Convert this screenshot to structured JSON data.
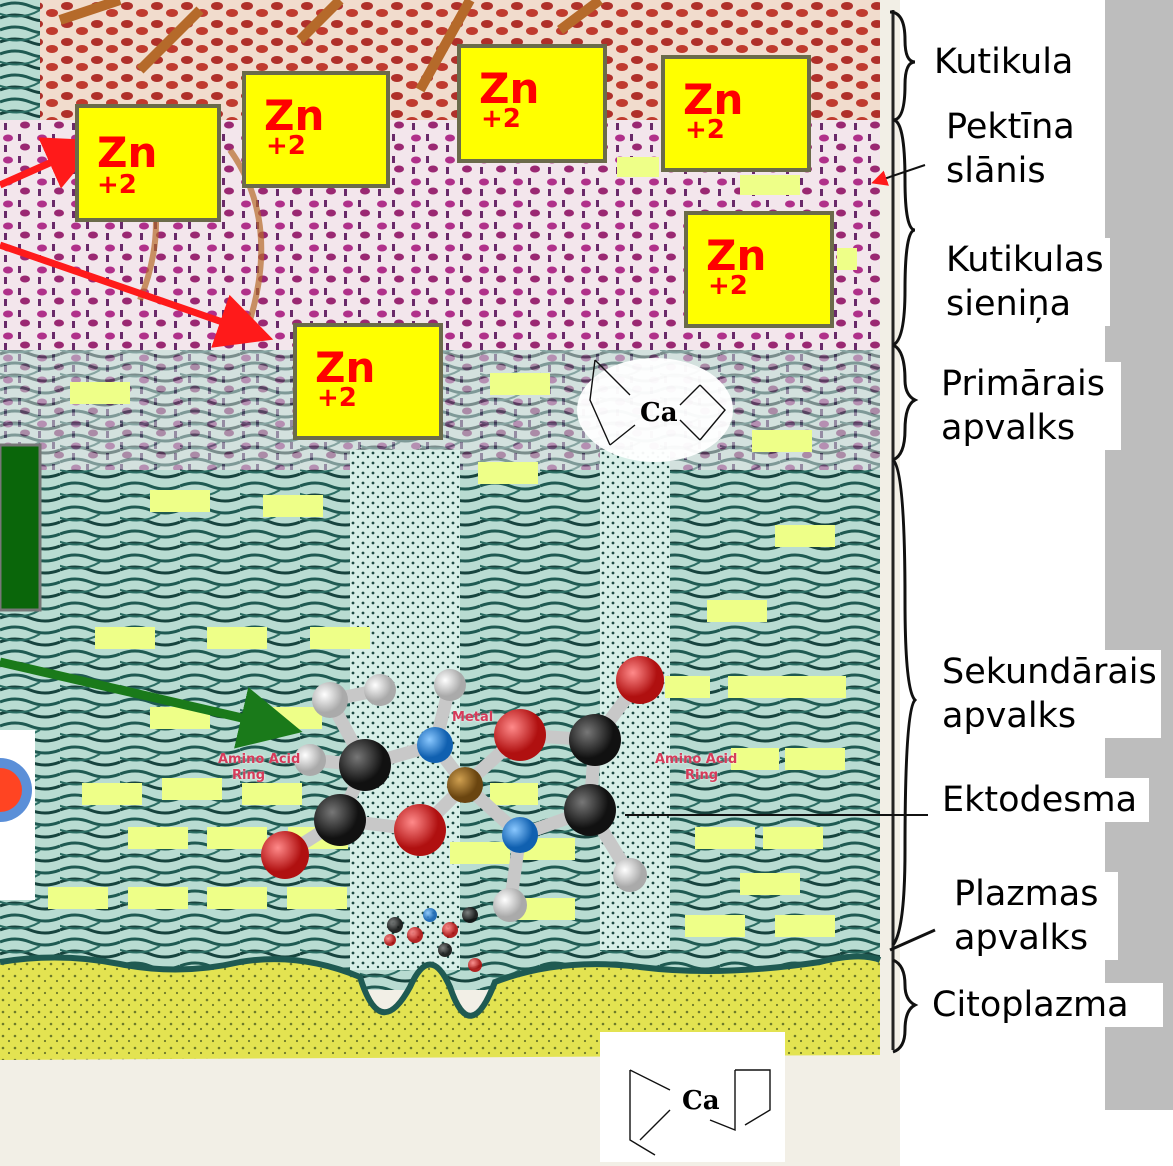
{
  "zinc_ion": {
    "symbol": "Zn",
    "charge": "+2"
  },
  "layers": {
    "kutikula": "Kutikula",
    "pektina_1": "Pektīna",
    "pektina_2": "slānis",
    "kutikulas_1": "Kutikulas",
    "kutikulas_2": "sieniņa",
    "primarais_1": "Primārais",
    "primarais_2": "apvalks",
    "sekundarais_1": "Sekundārais",
    "sekundarais_2": "apvalks",
    "ektodesma": "Ektodesma",
    "plazmas_1": "Plazmas",
    "plazmas_2": "apvalks",
    "citoplazma": "Citoplazma"
  },
  "molecule": {
    "metal": "Metal",
    "amino_acid": "Amino Acid",
    "ring": "Ring",
    "calcium": "Ca"
  },
  "colors": {
    "zn_box": "#ffff00",
    "zn_text": "#ff0000",
    "arrow_red": "#ff1a1a",
    "arrow_green": "#1a7a1a",
    "fiber": "#1f5a52",
    "pectin": "#b0308a",
    "cuticle": "#8a3f22",
    "cytoplasm": "#d8d83a",
    "placeholder": "#eeff88"
  }
}
